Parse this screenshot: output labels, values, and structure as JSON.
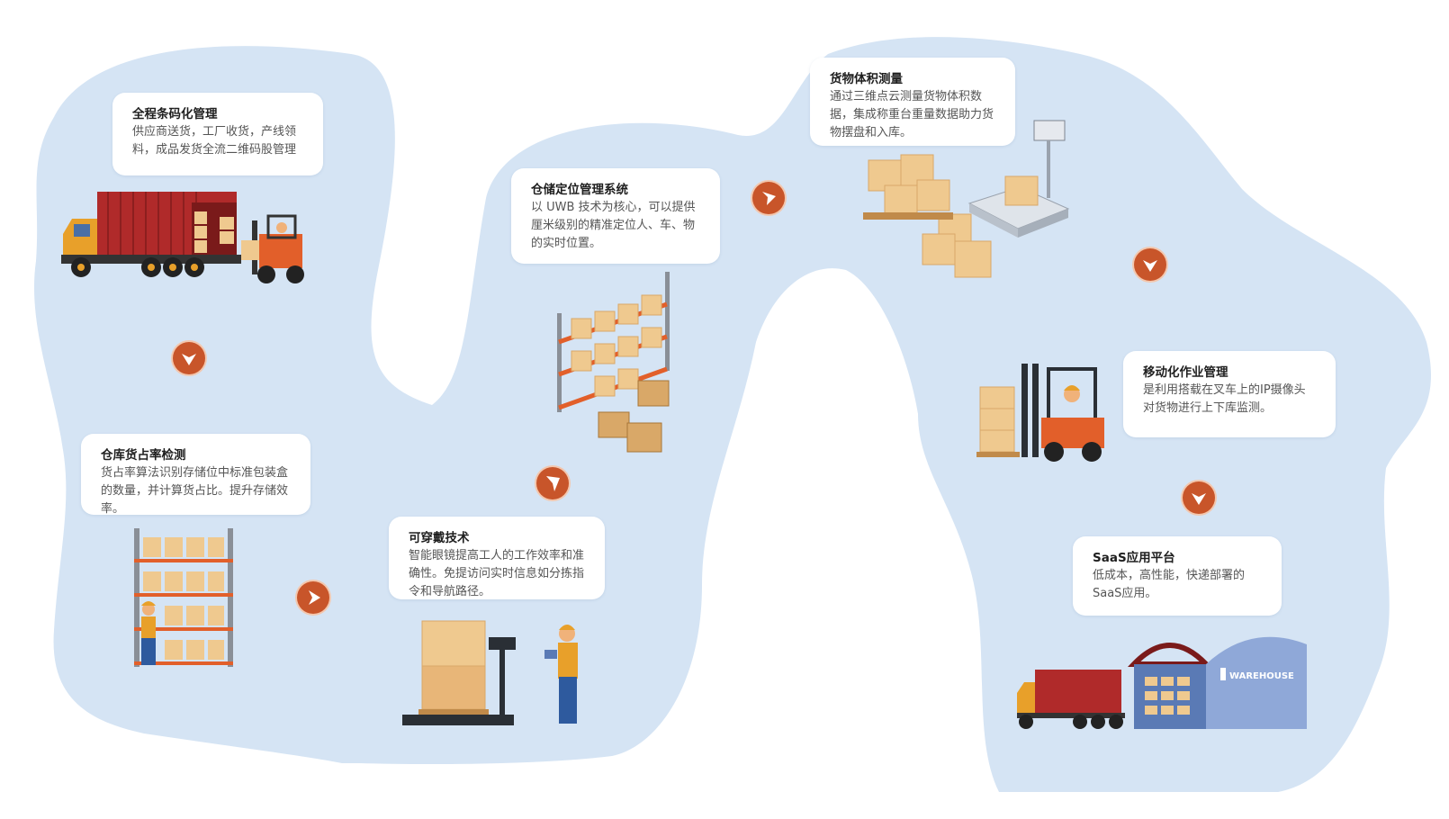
{
  "colors": {
    "blob": "#d5e4f4",
    "arrow": "#c8552a",
    "box": "#efc98f",
    "truck_body": "#b02a2a",
    "truck_cab": "#e8a02a",
    "forklift": "#e25f2a"
  },
  "steps": [
    {
      "title": "全程条码化管理",
      "desc": "供应商送货，工厂收货，产线领料，成品发货全流二维码股管理",
      "icon": "truck-forklift-illustration"
    },
    {
      "title": "仓库货占率检测",
      "desc": "货占率算法识别存储位中标准包装盒的数量，并计算货占比。提升存储效率。",
      "icon": "warehouse-shelf-worker-illustration"
    },
    {
      "title": "可穿戴技术",
      "desc": "智能眼镜提高工人的工作效率和准确性。免提访问实时信息如分拣指令和导航路径。",
      "icon": "scale-worker-illustration"
    },
    {
      "title": "仓储定位管理系统",
      "desc": "以 UWB 技术为核心，可以提供厘米级别的精准定位人、车、物的实时位置。",
      "icon": "rack-crates-illustration"
    },
    {
      "title": "货物体积测量",
      "desc": "通过三维点云测量货物体积数据，集成称重台重量数据助力货物摆盘和入库。",
      "icon": "boxes-weighing-scale-illustration"
    },
    {
      "title": "移动化作业管理",
      "desc": "是利用搭载在叉车上的IP摄像头对货物进行上下库监测。",
      "icon": "forklift-camera-illustration"
    },
    {
      "title": "SaaS应用平台",
      "desc": "低成本，高性能，快递部署的SaaS应用。",
      "icon": "warehouse-building-illustration"
    }
  ],
  "warehouse_sign": "WAREHOUSE"
}
